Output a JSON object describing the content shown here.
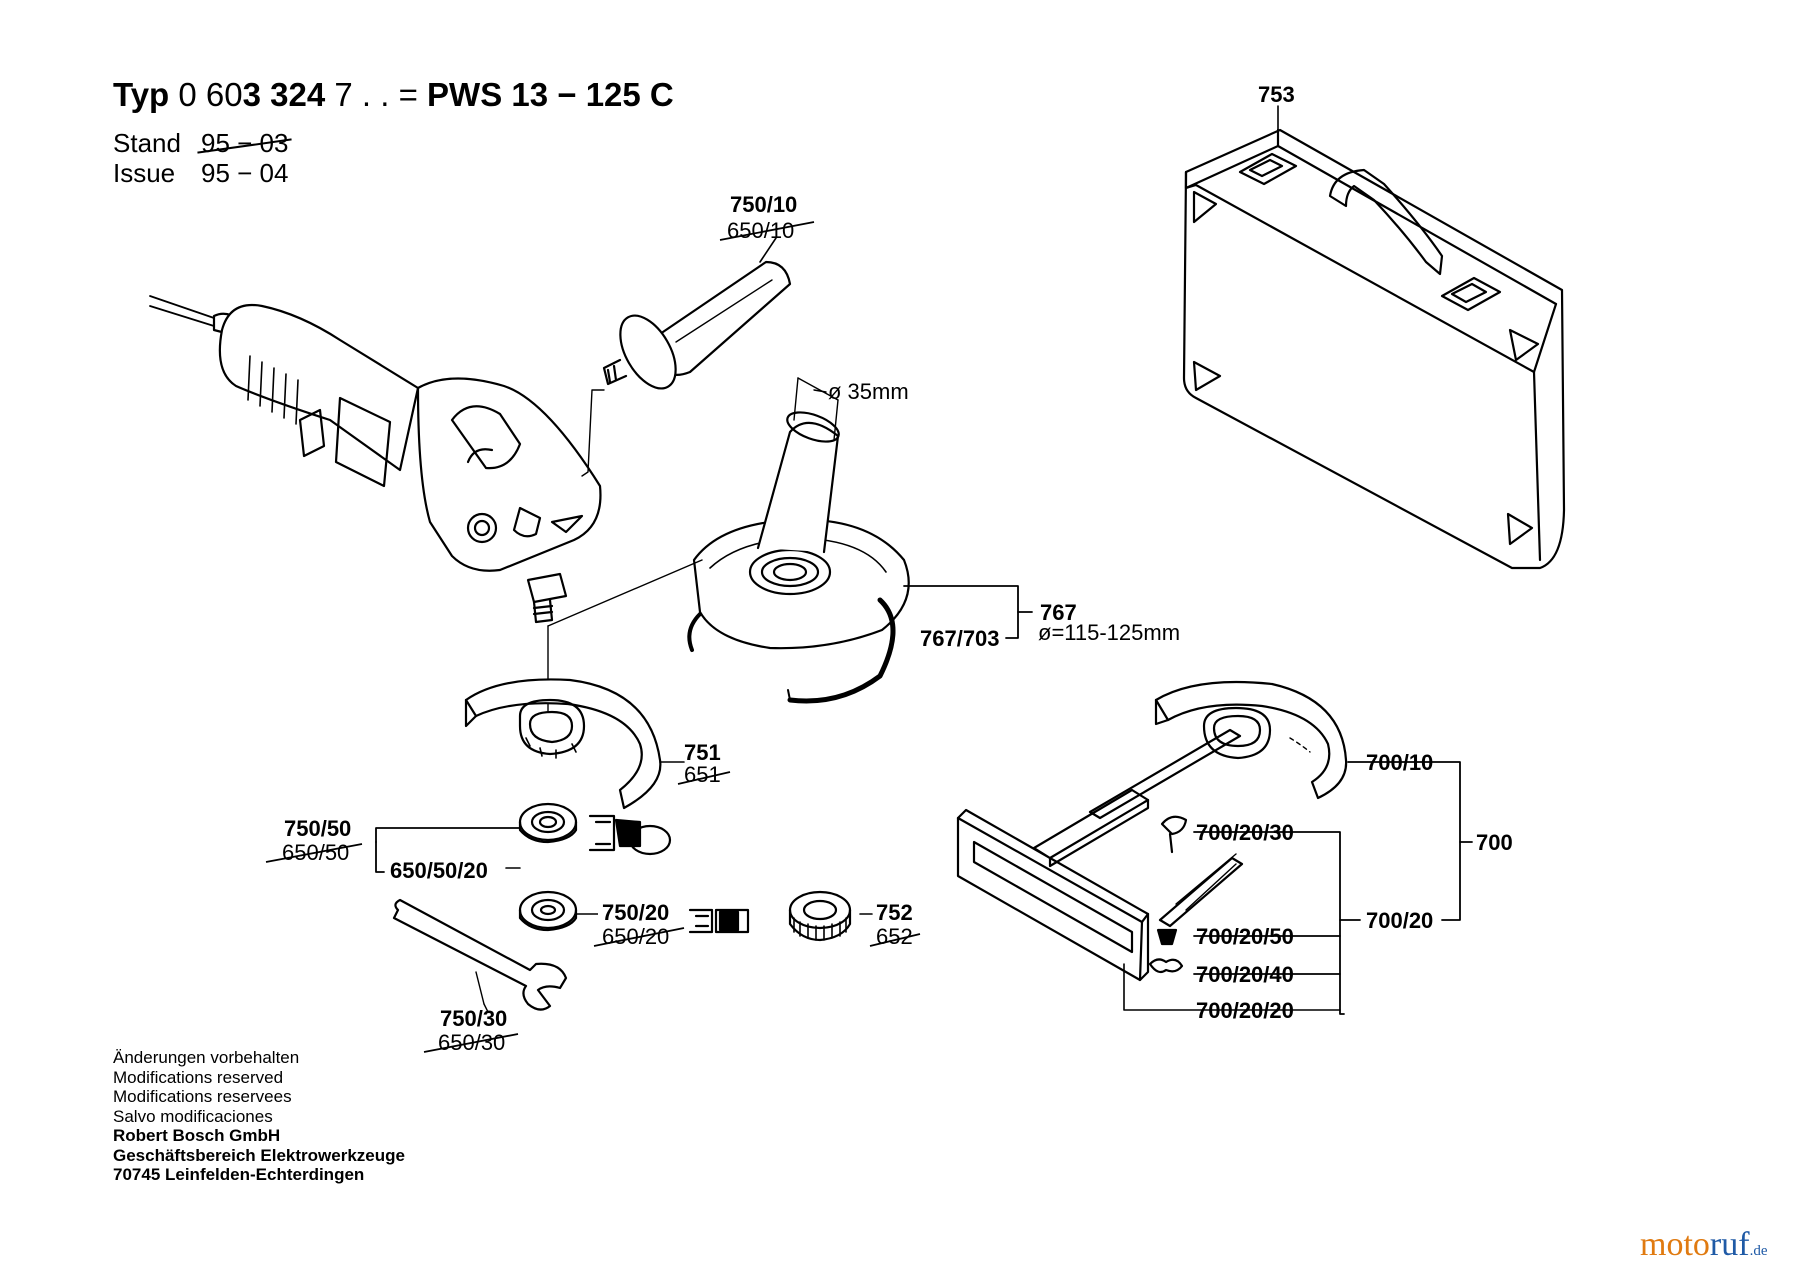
{
  "header": {
    "typ_label": "Typ",
    "typ_number_a": "0 60",
    "typ_number_b": "3 324",
    "typ_number_c": " 7 . . = ",
    "model": "PWS 13 − 125 C",
    "stand_label": "Stand",
    "stand_value": "95 − 03",
    "issue_label": "Issue",
    "issue_value": "95 − 04"
  },
  "parts": {
    "p753": "753",
    "p750_10": "750/10",
    "p650_10": "650/10",
    "dia35": "ø 35mm",
    "p767": "767",
    "p767_703": "767/703",
    "dia115": "ø=115-125mm",
    "p751": "751",
    "p651": "651",
    "p750_50": "750/50",
    "p650_50": "650/50",
    "p650_50_20": "650/50/20",
    "p750_20": "750/20",
    "p650_20": "650/20",
    "p752": "752",
    "p652": "652",
    "p750_30": "750/30",
    "p650_30": "650/30",
    "p700_10": "700/10",
    "p700": "700",
    "p700_20_30": "700/20/30",
    "p700_20": "700/20",
    "p700_20_50": "700/20/50",
    "p700_20_40": "700/20/40",
    "p700_20_20": "700/20/20"
  },
  "notes": {
    "line1": "Änderungen vorbehalten",
    "line2": "Modifications reserved",
    "line3": "Modifications reservees",
    "line4": "Salvo modificaciones",
    "company1": "Robert Bosch GmbH",
    "company2": "Geschäftsbereich Elektrowerkzeuge",
    "company3": "70745 Leinfelden-Echterdingen"
  },
  "watermark": {
    "part1": "moto",
    "part2": "ruf",
    "suffix": ".de"
  }
}
